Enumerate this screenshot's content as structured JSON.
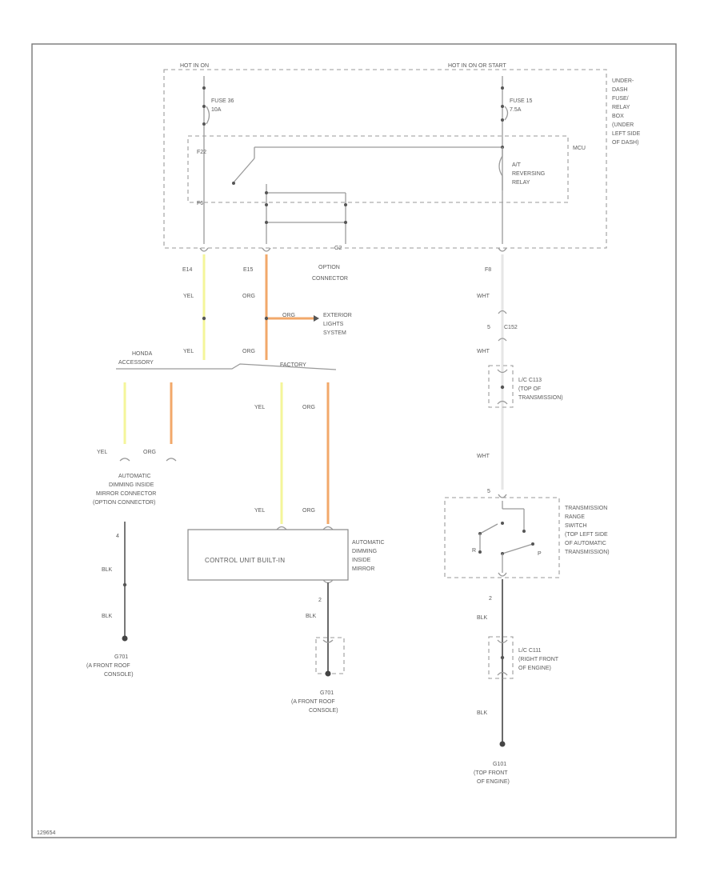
{
  "colors": {
    "yel": "#f4f59a",
    "org": "#f2a86a",
    "wht": "#e6e6e6",
    "blk": "#6a6a6a",
    "line": "#9a9a9a",
    "text": "#5a5a5a"
  },
  "underdash_box": {
    "hot_in_on": "HOT IN ON",
    "hot_in_on_or_start": "HOT IN ON OR START",
    "location": [
      "UNDER-",
      "DASH",
      "FUSE/",
      "RELAY",
      "BOX",
      "(UNDER",
      "LEFT SIDE",
      "OF DASH)"
    ],
    "fuse_a": [
      "FUSE 36",
      "10A"
    ],
    "fuse_b": [
      "FUSE 15",
      "7.5A"
    ],
    "mcu": "MCU",
    "relay": [
      "A/T",
      "REVERSING",
      "RELAY"
    ],
    "pin_left": "F22",
    "pin_bottom": "F6"
  },
  "option_connector": {
    "pin": "G2",
    "label": [
      "OPTION",
      "CONNECTOR"
    ]
  },
  "wires": {
    "e14": "E14",
    "e15": "E15",
    "f8": "F8",
    "yel": "YEL",
    "org": "ORG",
    "wht": "WHT",
    "blk": "BLK"
  },
  "exterior_lights": [
    "EXTERIOR",
    "LIGHTS",
    "SYSTEM"
  ],
  "harness": {
    "honda_accessory": [
      "HONDA",
      "ACCESSORY"
    ],
    "factory": "FACTORY"
  },
  "c152": "C152",
  "lc_c113": [
    "L/C C113",
    "(TOP OF",
    "TRANSMISSION)"
  ],
  "dimming_connector": {
    "pin_yel": "YEL",
    "pin_org": "ORG",
    "label": [
      "AUTOMATIC",
      "DIMMING INSIDE",
      "MIRROR CONNECTOR",
      "(OPTION CONNECTOR)"
    ],
    "pin4": "4"
  },
  "mirror": {
    "box_label": "CONTROL UNIT BUILT-IN",
    "label": [
      "AUTOMATIC",
      "DIMMING",
      "INSIDE",
      "MIRROR"
    ],
    "pin2": "2"
  },
  "g701_left": [
    "G701",
    "(A FRONT ROOF",
    "CONSOLE)"
  ],
  "g701_mid": [
    "G701",
    "(A FRONT ROOF",
    "CONSOLE)"
  ],
  "trans_switch": {
    "label": [
      "TRANSMISSION",
      "RANGE",
      "SWITCH",
      "(TOP LEFT SIDE",
      "OF AUTOMATIC",
      "TRANSMISSION)"
    ],
    "pin_top": "5",
    "pin_bottom": "2",
    "pos_r": "R",
    "pos_p": "P"
  },
  "lc_c111": [
    "L/C C111",
    "(RIGHT FRONT",
    "OF ENGINE)"
  ],
  "g101": [
    "G101",
    "(TOP FRONT",
    "OF ENGINE)"
  ],
  "footer_code": "129654"
}
